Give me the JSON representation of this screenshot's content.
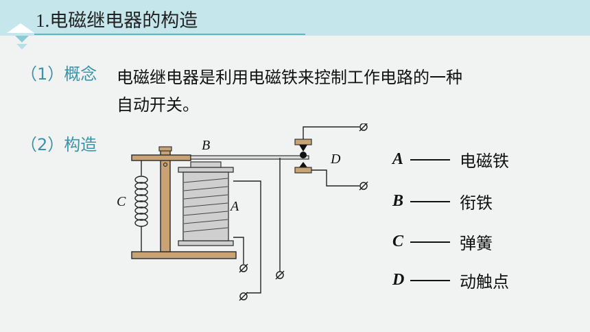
{
  "header": {
    "title_num": "1.",
    "title_text": "电磁继电器的构造"
  },
  "concept": {
    "label": "（1）概念",
    "text_line1": "电磁继电器是利用电磁铁来控制工作电路的一种",
    "text_line2": "自动开关。"
  },
  "structure": {
    "label": "（2）构造"
  },
  "diagram": {
    "label_a": "A",
    "label_b": "B",
    "label_c": "C",
    "label_d": "D"
  },
  "legend": [
    {
      "key": "A",
      "name": "电磁铁"
    },
    {
      "key": "B",
      "name": "衔铁"
    },
    {
      "key": "C",
      "name": "弹簧"
    },
    {
      "key": "D",
      "name": "动触点"
    }
  ],
  "colors": {
    "accent": "#3b93a8",
    "header_band": "#c5e6ea",
    "wood": "#c9a374"
  }
}
